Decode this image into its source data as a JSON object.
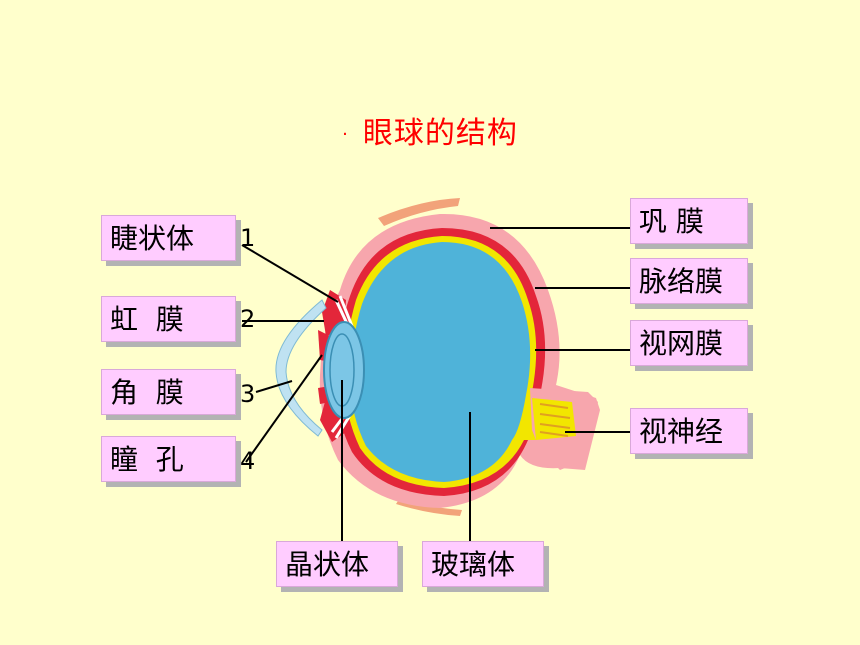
{
  "title": "眼球的结构",
  "title_bullet": "·",
  "labels": {
    "ciliary_body": "睫状体",
    "iris": "虹  膜",
    "cornea": "角  膜",
    "pupil": "瞳  孔",
    "lens": "晶状体",
    "vitreous": "玻璃体",
    "sclera": "巩 膜",
    "choroid": "脉络膜",
    "retina": "视网膜",
    "optic_nerve": "视神经"
  },
  "numbers": [
    "1",
    "2",
    "3",
    "4"
  ],
  "colors": {
    "background": "#ffffcc",
    "title": "#ff0000",
    "label_fill": "#ffccff",
    "vitreous": "#4fb3d9",
    "sclera": "#f7a6ad",
    "choroid": "#e3263a",
    "retina": "#f2e600"
  }
}
